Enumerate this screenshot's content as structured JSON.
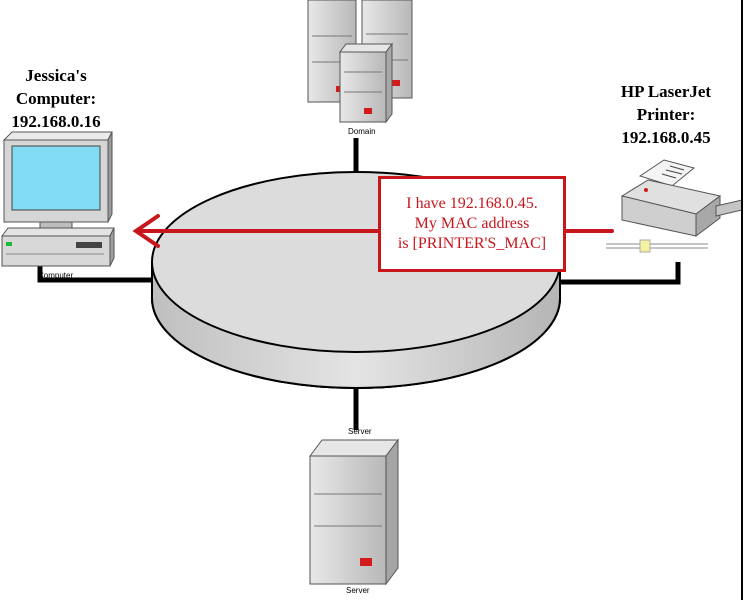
{
  "computer": {
    "lines": [
      "Jessica's",
      "Computer:",
      "192.168.0.16"
    ],
    "device_label": "Computer"
  },
  "printer": {
    "lines": [
      "HP LaserJet",
      "Printer:",
      "192.168.0.45"
    ]
  },
  "domain_server": {
    "device_label": "Domain"
  },
  "server": {
    "device_label": "Server",
    "connector_label": "Server"
  },
  "message": {
    "lines": [
      "I have 192.168.0.45.",
      "My MAC address",
      "is [PRINTER'S_MAC]"
    ]
  },
  "colors": {
    "accent_red": "#c8161d",
    "screen_blue": "#7fdcf3",
    "network_fill": "#dcdcdc",
    "server_red": "#d21b1b"
  }
}
